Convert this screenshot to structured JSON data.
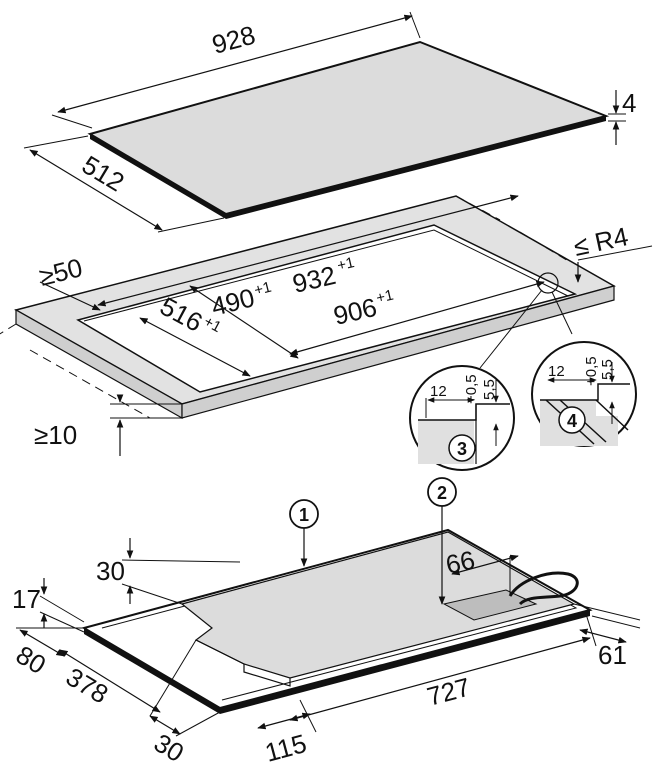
{
  "glass_top": {
    "width": "928",
    "depth": "512",
    "thickness": "4"
  },
  "cutout": {
    "edge_min": "≥50",
    "front_min": "≥10",
    "corner_radius": "≤ R4",
    "outer_width": "932",
    "outer_width_tol": "+1",
    "inner_width": "906",
    "inner_width_tol": "+1",
    "outer_depth": "516",
    "outer_depth_tol": "+1",
    "inner_depth": "490",
    "inner_depth_tol": "+1"
  },
  "detail_3": {
    "number": "3",
    "width": "12",
    "tol": "+0,5",
    "depth": "5,5"
  },
  "detail_4": {
    "number": "4",
    "width": "12",
    "tol": "+0,5",
    "depth": "5,5"
  },
  "appliance": {
    "callout_1": "1",
    "callout_2": "2",
    "dim_30_top": "30",
    "dim_17": "17",
    "dim_66": "66",
    "dim_80": "80",
    "dim_378": "378",
    "dim_727": "727",
    "dim_61": "61",
    "dim_30_bottom": "30",
    "dim_115": "115"
  }
}
